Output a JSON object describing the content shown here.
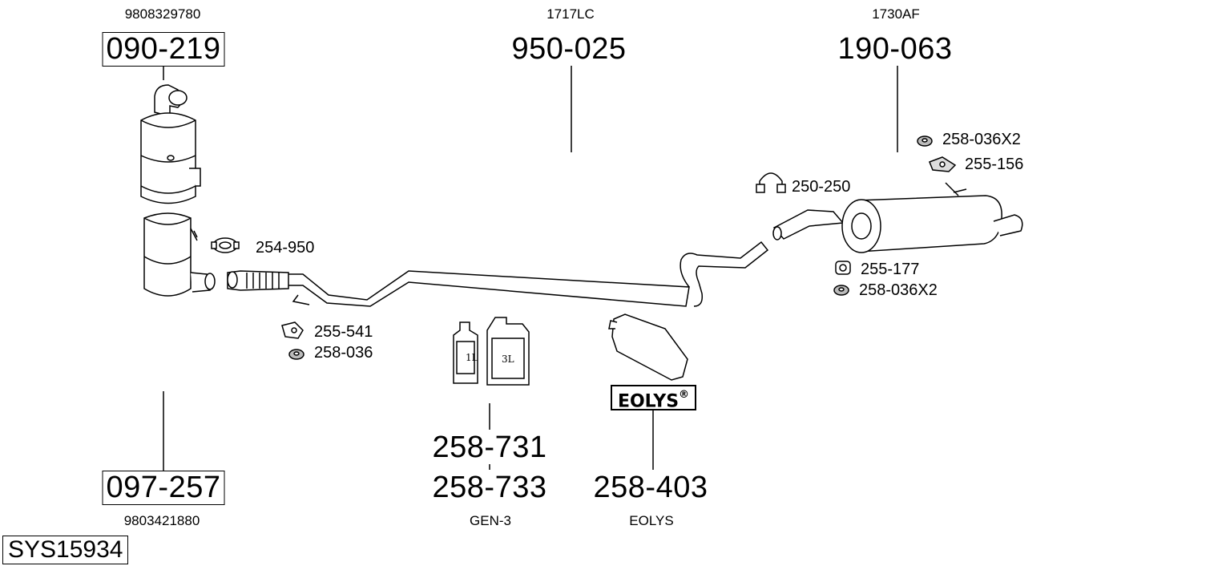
{
  "diagram": {
    "system_code": "SYS15934",
    "parts": [
      {
        "id": "dpf_front",
        "part": "090-219",
        "oem": "9808329780"
      },
      {
        "id": "center_pipe",
        "part": "950-025",
        "oem": "1717LC"
      },
      {
        "id": "rear_silencer",
        "part": "190-063",
        "oem": "1730AF"
      },
      {
        "id": "dpf_rear",
        "part": "097-257",
        "oem": "9803421880"
      },
      {
        "id": "additive_1",
        "part": "258-731",
        "oem": ""
      },
      {
        "id": "additive_2",
        "part": "258-733",
        "oem": "GEN-3"
      },
      {
        "id": "eolys_bag",
        "part": "258-403",
        "oem": "EOLYS"
      }
    ],
    "accessories": [
      {
        "part": "254-950",
        "icon": "clamp-icon"
      },
      {
        "part": "255-541",
        "icon": "hanger-bracket-icon"
      },
      {
        "part": "258-036",
        "icon": "nut-icon"
      },
      {
        "part": "250-250",
        "icon": "u-clamp-icon"
      },
      {
        "part": "258-036X2",
        "icon": "nut-icon"
      },
      {
        "part": "255-156",
        "icon": "rubber-mount-icon"
      },
      {
        "part": "255-177",
        "icon": "rubber-hanger-icon"
      },
      {
        "part": "258-036X2",
        "icon": "nut-icon"
      }
    ],
    "container_labels": {
      "small": "1L",
      "large": "3L"
    },
    "eolys_logo": "EOLYS",
    "eolys_mark": "®"
  }
}
